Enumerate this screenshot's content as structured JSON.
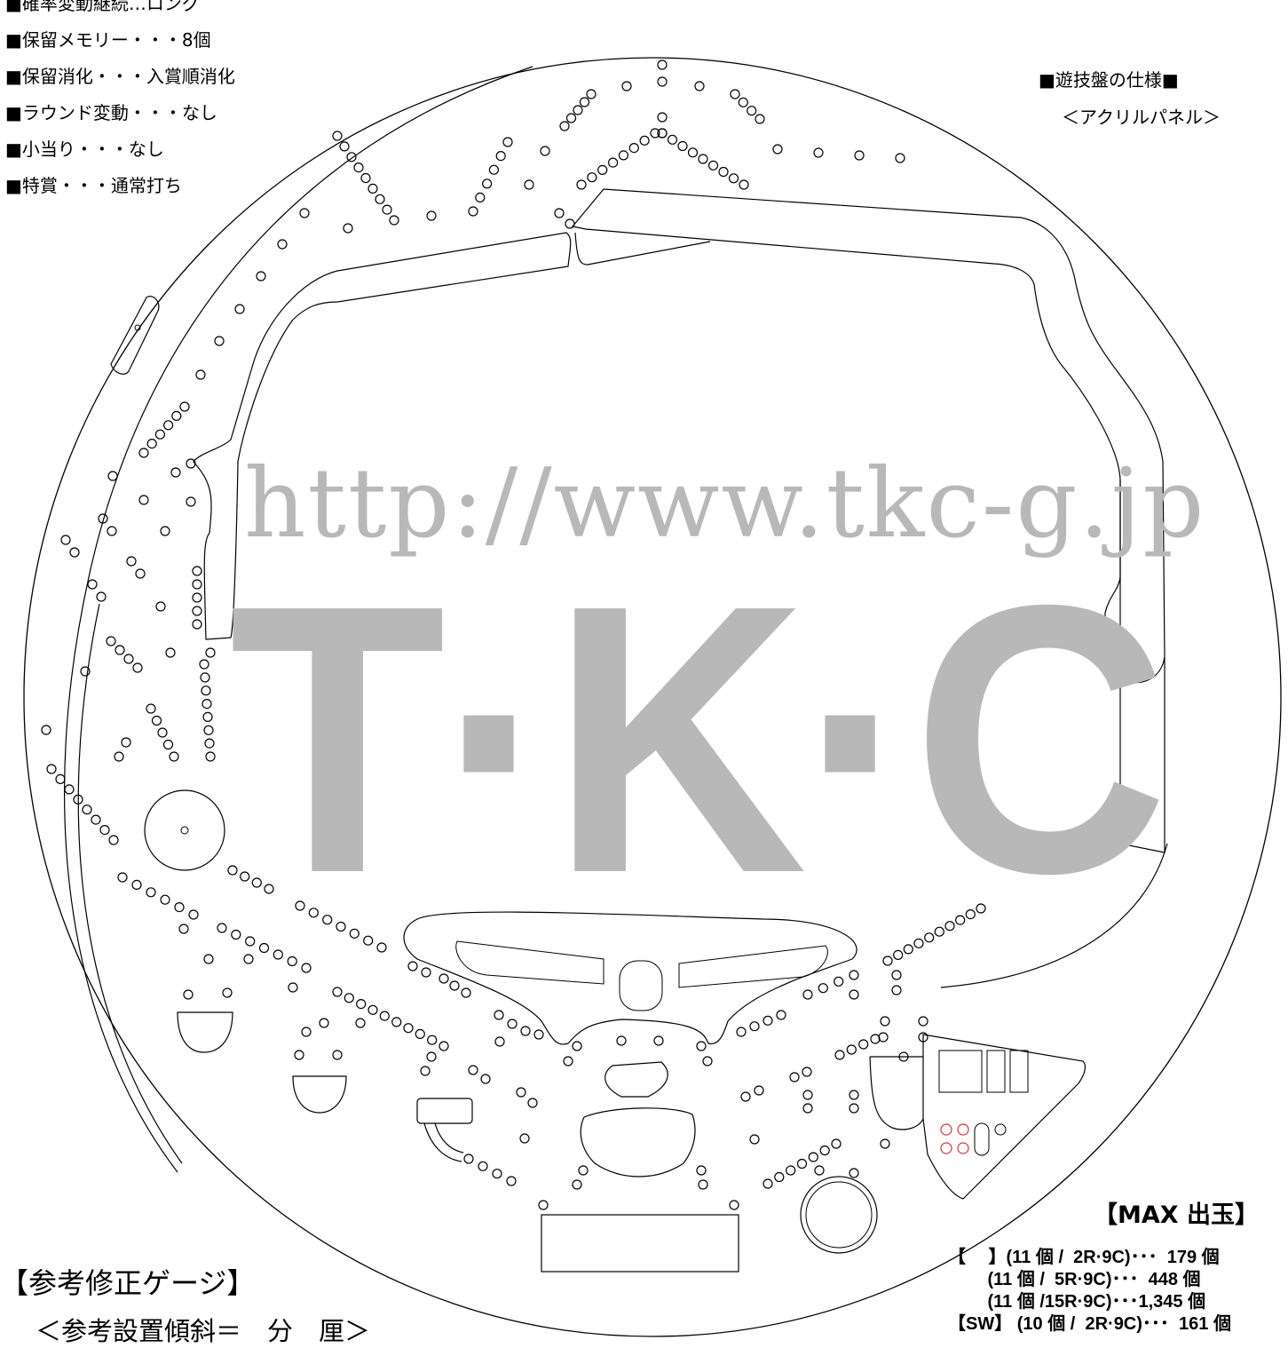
{
  "spec_list": [
    "■確率変動継続…ロング",
    "■保留メモリー・・・8個",
    "■保留消化・・・入賞順消化",
    "■ラウンド変動・・・なし",
    "■小当り・・・なし",
    "■特賞・・・通常打ち"
  ],
  "panel": {
    "title": "■遊技盤の仕様■",
    "material": "＜アクリルパネル＞"
  },
  "watermark": {
    "url": "http://www.tkc-g.jp",
    "mark": "T·K·C"
  },
  "gauge": {
    "title": "【参考修正ゲージ】",
    "tilt": "＜参考設置傾斜＝　分　厘＞"
  },
  "max_payout": {
    "title": "【MAX 出玉】",
    "lines": [
      "【　 】(11 個 /  2R·9C)･･･  179 個",
      "        (11 個 /  5R·9C)･･･  448 個",
      "        (11 個 /15R·9C)･･･1,345 個",
      "【SW】 (10 個 /  2R·9C)･･･  161 個"
    ]
  },
  "colors": {
    "line": "#000000",
    "watermark": "#b8b8b8",
    "accent_pins": "#e03030"
  }
}
